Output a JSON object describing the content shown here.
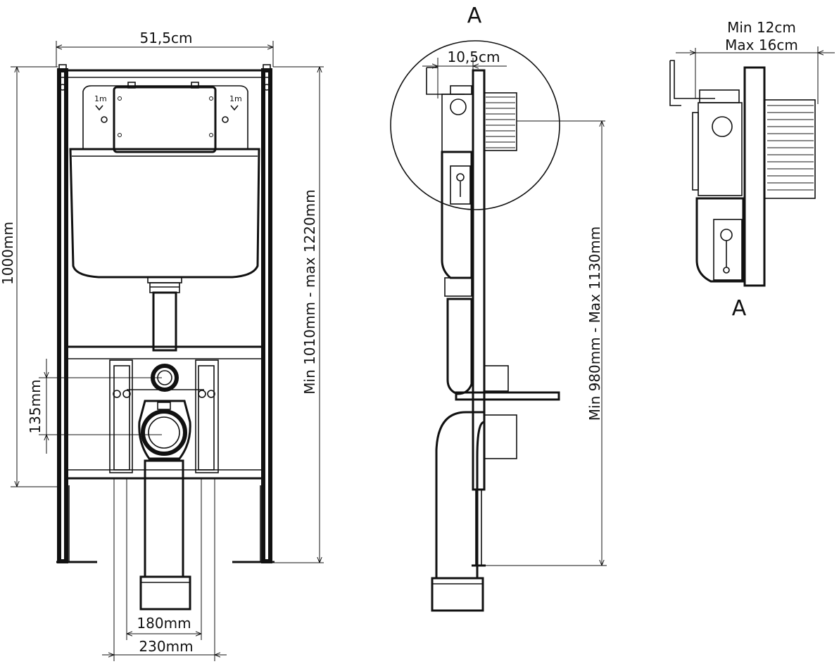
{
  "front_view": {
    "width_label": "51,5cm",
    "height_label": "1000mm",
    "frame_height_label": "Min 1010mm - max 1220mm",
    "outlet_offset_label": "135mm",
    "inner_width_label": "180mm",
    "outer_width_label": "230mm",
    "pictogram_left": "1m",
    "pictogram_right": "1m"
  },
  "side_view": {
    "section_marker": "A",
    "depth_label": "10,5cm",
    "height_label": "Min 980mm - Max 1130mm"
  },
  "detail_view": {
    "min_depth_label": "Min 12cm",
    "max_depth_label": "Max 16cm",
    "section_marker": "A"
  }
}
